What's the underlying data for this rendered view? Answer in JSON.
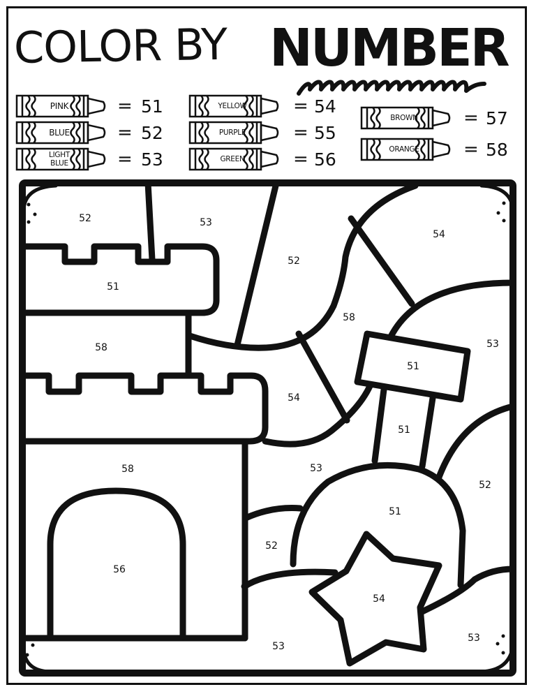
{
  "title": {
    "light": "COLOR BY",
    "bold": "NUMBER"
  },
  "legend": [
    {
      "color": "PINK",
      "number": "51",
      "eq": "="
    },
    {
      "color": "BLUE",
      "number": "52",
      "eq": "="
    },
    {
      "color": "LIGHT BLUE",
      "number": "53",
      "eq": "="
    },
    {
      "color": "YELLOW",
      "number": "54",
      "eq": "="
    },
    {
      "color": "PURPLE",
      "number": "55",
      "eq": "="
    },
    {
      "color": "GREEN",
      "number": "56",
      "eq": "="
    },
    {
      "color": "BROWN",
      "number": "57",
      "eq": "="
    },
    {
      "color": "ORANGE",
      "number": "58",
      "eq": "="
    }
  ],
  "picture": {
    "subject": "sandcastle with shovel, bucket and starfish",
    "regions": [
      {
        "id": "sky-top-left",
        "number": "52"
      },
      {
        "id": "sky-top-middle",
        "number": "53"
      },
      {
        "id": "sky-middle",
        "number": "52"
      },
      {
        "id": "sky-top-right",
        "number": "54"
      },
      {
        "id": "tower-top",
        "number": "51"
      },
      {
        "id": "tower-middle",
        "number": "58"
      },
      {
        "id": "castle-wall",
        "number": "58"
      },
      {
        "id": "castle-door",
        "number": "56"
      },
      {
        "id": "sand-hill-upper",
        "number": "58"
      },
      {
        "id": "sand-hill-left",
        "number": "54"
      },
      {
        "id": "shovel-handle",
        "number": "51"
      },
      {
        "id": "shovel-shaft",
        "number": "51"
      },
      {
        "id": "shovel-scoop",
        "number": "51"
      },
      {
        "id": "right-hill",
        "number": "53"
      },
      {
        "id": "right-lower-hill",
        "number": "52"
      },
      {
        "id": "middle-ground",
        "number": "53"
      },
      {
        "id": "lower-left-hill",
        "number": "52"
      },
      {
        "id": "starfish",
        "number": "54"
      },
      {
        "id": "ground-bottom",
        "number": "53"
      },
      {
        "id": "ground-bottom-right",
        "number": "53"
      }
    ]
  }
}
